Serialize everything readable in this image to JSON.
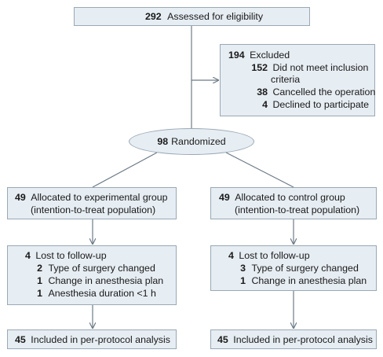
{
  "assessed": {
    "n": "292",
    "label": "Assessed for eligibility"
  },
  "excluded": {
    "n": "194",
    "label": "Excluded",
    "items": [
      {
        "n": "152",
        "label": "Did not meet inclusion",
        "label2": "criteria"
      },
      {
        "n": "38",
        "label": "Cancelled the operation"
      },
      {
        "n": "4",
        "label": "Declined to participate"
      }
    ]
  },
  "randomized": {
    "n": "98",
    "label": "Randomized"
  },
  "experimental": {
    "alloc_n": "49",
    "alloc_label": "Allocated to experimental group",
    "alloc_label2": "(intention-to-treat population)",
    "lost_n": "4",
    "lost_label": "Lost to follow-up",
    "lost_items": [
      {
        "n": "2",
        "label": "Type of surgery changed"
      },
      {
        "n": "1",
        "label": "Change in anesthesia plan"
      },
      {
        "n": "1",
        "label": "Anesthesia duration <1 h"
      }
    ],
    "incl_n": "45",
    "incl_label": "Included in per-protocol analysis"
  },
  "control": {
    "alloc_n": "49",
    "alloc_label": "Allocated to control group",
    "alloc_label2": "(intention-to-treat population)",
    "lost_n": "4",
    "lost_label": "Lost to follow-up",
    "lost_items": [
      {
        "n": "3",
        "label": "Type of surgery changed"
      },
      {
        "n": "1",
        "label": "Change in anesthesia plan"
      }
    ],
    "incl_n": "45",
    "incl_label": "Included in per-protocol analysis"
  }
}
